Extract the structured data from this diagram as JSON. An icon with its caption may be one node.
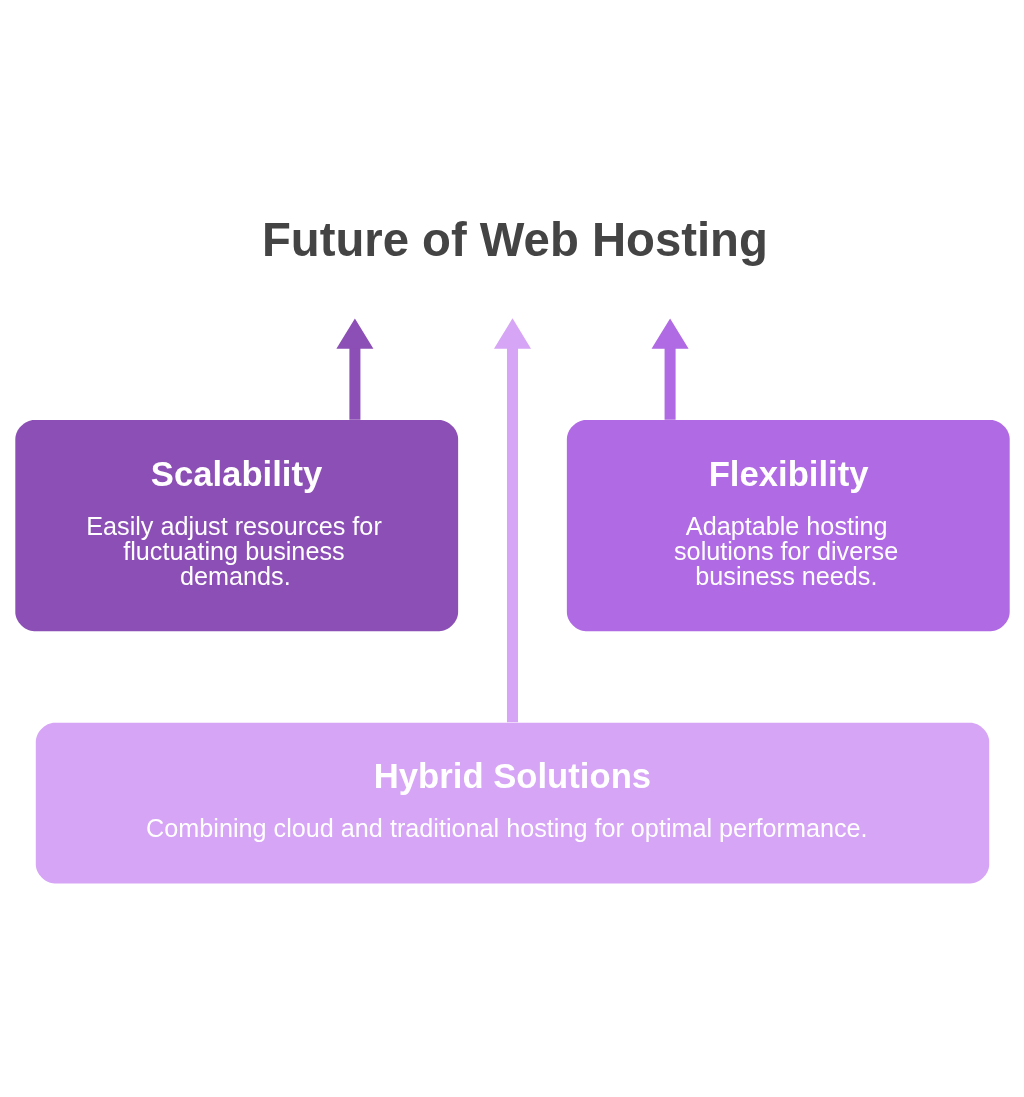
{
  "diagram": {
    "title": "Future of Web Hosting",
    "nodes": [
      {
        "text": [
          "Scalability",
          "Easily adjust resources for fluctuating business demands."
        ]
      },
      {
        "text": [
          "Flexibility",
          "Adaptable hosting solutions for diverse business needs."
        ]
      },
      {
        "text": [
          "Hybrid Solutions",
          "Combining cloud and traditional hosting for optimal performance."
        ]
      }
    ],
    "edges": [
      {
        "from": 0,
        "to": null,
        "arrow": "to",
        "color": "#8c4fb5"
      },
      {
        "from": 2,
        "to": null,
        "arrow": "to",
        "color": "#d6a5f5"
      },
      {
        "from": 1,
        "to": null,
        "arrow": "to",
        "color": "#b06ae3"
      }
    ]
  }
}
